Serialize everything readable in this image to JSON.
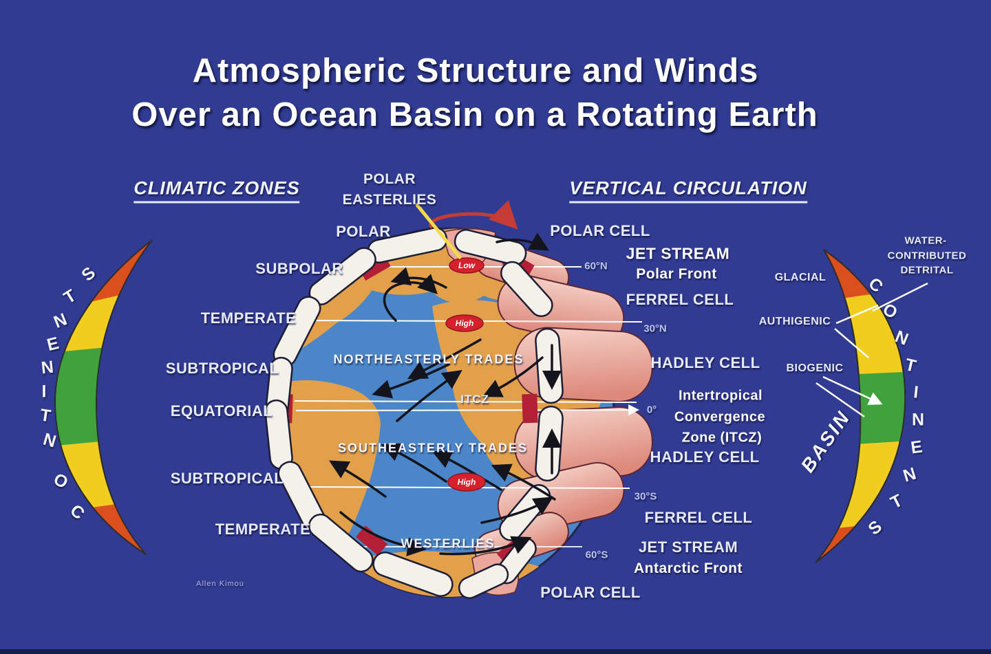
{
  "title": {
    "line1": "Atmospheric Structure and Winds",
    "line2": "Over an Ocean Basin on a Rotating Earth"
  },
  "sections": {
    "climatic_zones": "CLIMATIC ZONES",
    "vertical_circulation": "VERTICAL CIRCULATION"
  },
  "polar_easterlies": {
    "line1": "POLAR",
    "line2": "EASTERLIES"
  },
  "climatic_zone_labels": [
    "POLAR",
    "SUBPOLAR",
    "TEMPERATE",
    "SUBTROPICAL",
    "EQUATORIAL",
    "SUBTROPICAL",
    "TEMPERATE"
  ],
  "vertical_labels": {
    "polar_cell_n": "POLAR CELL",
    "jet_stream_n": "JET STREAM",
    "polar_front": "Polar Front",
    "ferrel_cell_n": "FERREL CELL",
    "hadley_cell_n": "HADLEY CELL",
    "itcz_line1": "Intertropical",
    "itcz_line2": "Convergence",
    "itcz_line3": "Zone (ITCZ)",
    "hadley_cell_s": "HADLEY CELL",
    "ferrel_cell_s": "FERREL CELL",
    "jet_stream_s": "JET STREAM",
    "antarctic_front": "Antarctic Front",
    "polar_cell_s": "POLAR CELL"
  },
  "latitudes": {
    "n60": "60°N",
    "n30": "30°N",
    "eq": "0°",
    "s30": "30°S",
    "s60": "60°S"
  },
  "globe_labels": {
    "ne_trades": "NORTHEASTERLY TRADES",
    "itcz": "ITCZ",
    "se_trades": "SOUTHEASTERLY TRADES",
    "westerlies": "WESTERLIES",
    "low": "Low",
    "high_n": "High",
    "high_s": "High"
  },
  "sediment_labels": {
    "water_line1": "WATER-",
    "water_line2": "CONTRIBUTED",
    "water_line3": "DETRITAL",
    "glacial": "GLACIAL",
    "authigenic": "AUTHIGENIC",
    "biogenic": "BIOGENIC"
  },
  "basin": "BASIN",
  "continents_word": "CONTINENTS",
  "credit": "Allen Kimou",
  "colors": {
    "background": "#313b92",
    "ocean": "#4a86c8",
    "land": "#e2a04a",
    "cell_pink_light": "#f6d3c9",
    "cell_pink_deep": "#dd8a7c",
    "capsule_white": "#f4f0ea",
    "rim_red": "#b32035",
    "oval_red": "#d6202c",
    "crescent_yellow": "#f0cd1f",
    "crescent_green": "#3fa23c",
    "crescent_red": "#d94f1e",
    "rotation_arrow_red": "#c43c35",
    "pointer_yellow": "#f3da4d",
    "wind_arrow_black": "#14141c"
  }
}
